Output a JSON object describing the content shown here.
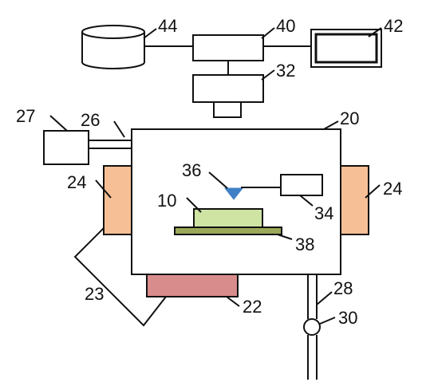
{
  "labels": {
    "l44": "44",
    "l40": "40",
    "l42": "42",
    "l32": "32",
    "l27": "27",
    "l26": "26",
    "l20": "20",
    "l24_left": "24",
    "l24_right": "24",
    "l36": "36",
    "l10": "10",
    "l34": "34",
    "l38": "38",
    "l23": "23",
    "l22": "22",
    "l28": "28",
    "l30": "30"
  },
  "colors": {
    "line": "#111111",
    "heater": "#f7bf96",
    "bottom_heater": "#d98c8c",
    "sample": "#cfe3a3",
    "stage": "#9aa858",
    "probe": "#3f7fc6",
    "background": "#ffffff"
  }
}
